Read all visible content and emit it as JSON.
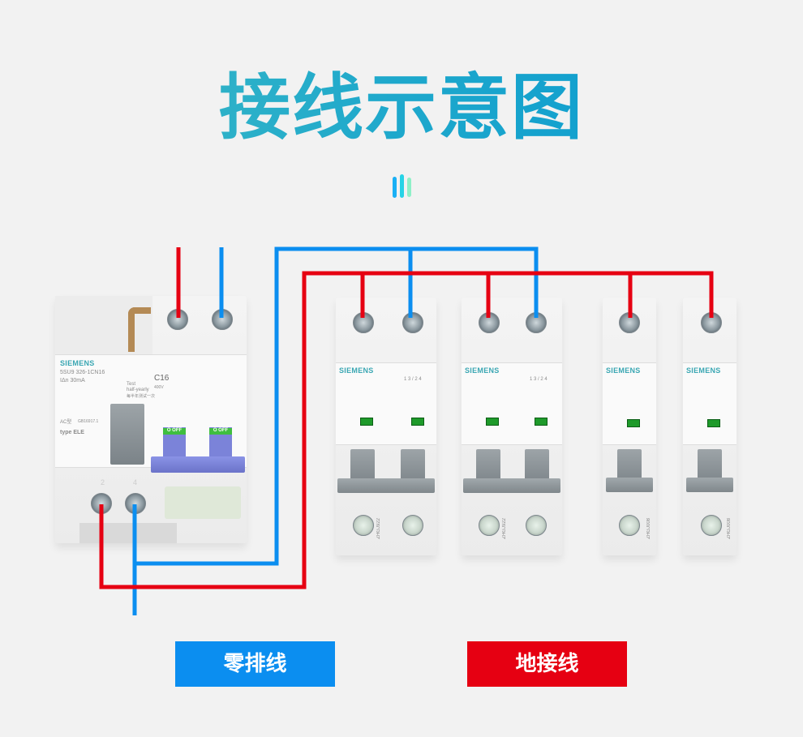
{
  "title": "接线示意图",
  "colors": {
    "neutral_wire": "#0b8ef0",
    "ground_wire": "#e60012",
    "title_gradient_start": "#40bcc4",
    "title_gradient_end": "#0798d0",
    "background": "#f2f2f2"
  },
  "rcbo": {
    "brand": "SIEMENS",
    "model": "5SU9 326-1CN16",
    "rated_residual": "IΔn  30mA",
    "test_label": "Test",
    "test_sub": "half-yearly",
    "test_cn": "每半年测试一次",
    "ac_label": "AC型",
    "standard": "GB16917.1",
    "type_label": "type ELE",
    "rating": "C16",
    "voltage": "400V",
    "switch_state_1": "O OFF",
    "switch_state_2": "O OFF",
    "terminal_2": "2",
    "terminal_4": "4"
  },
  "breakers": [
    {
      "brand": "SIEMENS",
      "poles": 2,
      "code": "ZHGJ922",
      "terminals": "1 3 / 2 4"
    },
    {
      "brand": "SIEMENS",
      "poles": 2,
      "code": "ZHGJ922",
      "terminals": "1 3 / 2 4"
    },
    {
      "brand": "SIEMENS",
      "poles": 1,
      "code": "ZHGJ008"
    },
    {
      "brand": "SIEMENS",
      "poles": 1,
      "code": "ZHGJ008"
    }
  ],
  "legend": {
    "neutral_label": "零排线",
    "ground_label": "地接线"
  }
}
